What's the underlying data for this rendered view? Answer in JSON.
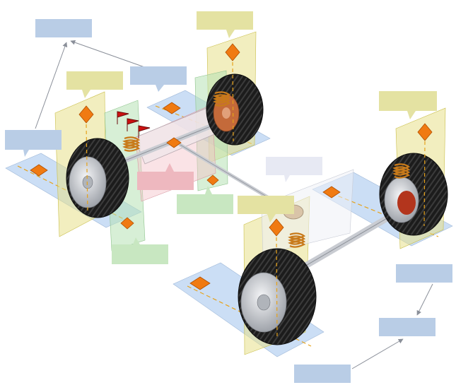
{
  "colors": {
    "callout_blue": "#b9cde6",
    "callout_yellow": "#e4e2a2",
    "callout_green": "#c8e7c1",
    "callout_pink": "#eeb8bf",
    "callout_white": "#e7e9f3",
    "plane_blue": "#c2d8f3",
    "plane_yellow": "#e8e08a",
    "plane_green": "#b6e2b4",
    "plane_pink": "#f3c0c8",
    "tire": "#1a1a1a",
    "rim": "#d2d4d8",
    "spring": "#c87a1a",
    "marker_orange": "#f07a12",
    "flag_red": "#cc1111",
    "arrow_gray": "#8a8f99"
  },
  "callouts": [
    {
      "id": "blue-top-left",
      "color": "blue",
      "text": ""
    },
    {
      "id": "blue-center-top",
      "color": "blue",
      "text": ""
    },
    {
      "id": "blue-left",
      "color": "blue",
      "text": ""
    },
    {
      "id": "blue-right-mid",
      "color": "blue",
      "text": ""
    },
    {
      "id": "blue-right-low",
      "color": "blue",
      "text": ""
    },
    {
      "id": "blue-bottom",
      "color": "blue",
      "text": ""
    },
    {
      "id": "yellow-top-center",
      "color": "yellow",
      "text": ""
    },
    {
      "id": "yellow-left",
      "color": "yellow",
      "text": ""
    },
    {
      "id": "yellow-right",
      "color": "yellow",
      "text": ""
    },
    {
      "id": "yellow-middle",
      "color": "yellow",
      "text": ""
    },
    {
      "id": "green-left-low",
      "color": "green",
      "text": ""
    },
    {
      "id": "green-center",
      "color": "green",
      "text": ""
    },
    {
      "id": "pink-center",
      "color": "pink",
      "text": ""
    },
    {
      "id": "white-center",
      "color": "white",
      "text": ""
    }
  ],
  "icons": {
    "wheel": "wheel-icon",
    "spring": "coil-spring-icon",
    "marker": "diamond-marker-icon",
    "flag": "flag-icon"
  }
}
